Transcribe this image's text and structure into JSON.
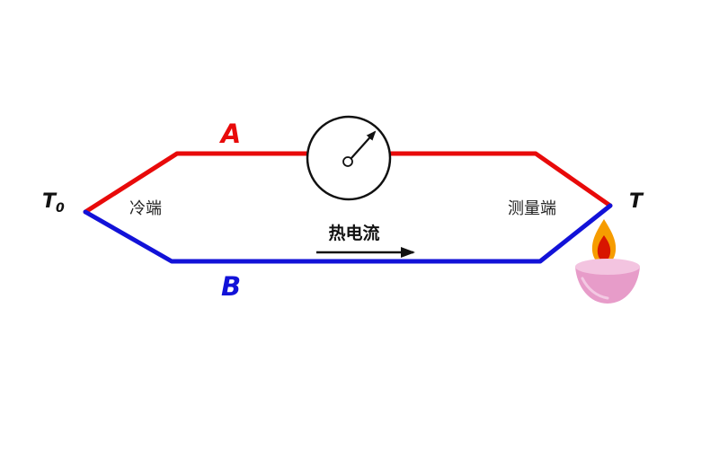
{
  "diagram": {
    "labels": {
      "wire_a": "A",
      "wire_b": "B",
      "cold_junction_temp": "T",
      "cold_junction_sub": "0",
      "hot_junction_temp": "T",
      "cold_end": "冷端",
      "measuring_end": "测量端",
      "thermo_current": "热电流"
    },
    "colors": {
      "wire_a": "#e80a0a",
      "wire_b": "#1212d8",
      "meter_stroke": "#111111",
      "arrow": "#111111",
      "flame_outer": "#f69c00",
      "flame_inner": "#d81500",
      "bowl_fill": "#e79cc9",
      "bowl_rim": "#f3c4e0",
      "bowl_stroke": "#c86aa6"
    }
  }
}
